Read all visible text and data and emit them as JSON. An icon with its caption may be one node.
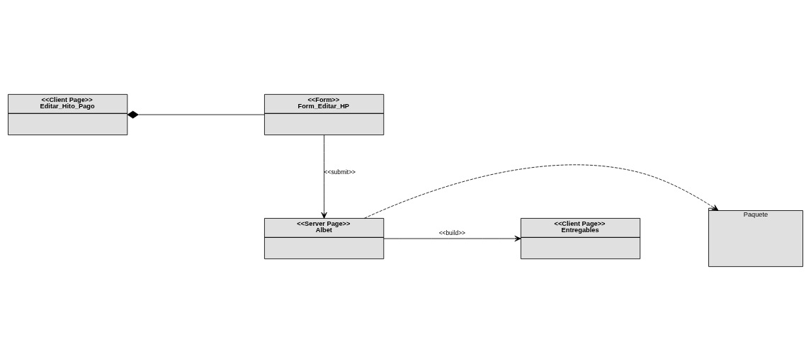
{
  "diagram": {
    "nodes": [
      {
        "text": [
          "<<Client Page>>",
          "Editar_Hito_Pago"
        ]
      },
      {
        "text": [
          "<<Form>>",
          "Form_Editar_HP"
        ]
      },
      {
        "text": [
          "Paquete"
        ]
      },
      {
        "text": [
          "<<Server Page>>",
          "Albet"
        ]
      },
      {
        "text": [
          "<<Client Page>>",
          "Entregables"
        ]
      }
    ],
    "edges": [
      {
        "from": 0,
        "to": 1,
        "arrow": "other"
      },
      {
        "from": 1,
        "to": 3,
        "arrow": "to",
        "label": "<<submit>>"
      },
      {
        "from": 3,
        "to": 2,
        "arrow": "to",
        "style": "dashed"
      },
      {
        "from": 3,
        "to": 4,
        "arrow": "to",
        "label": "<<build>>"
      }
    ]
  }
}
